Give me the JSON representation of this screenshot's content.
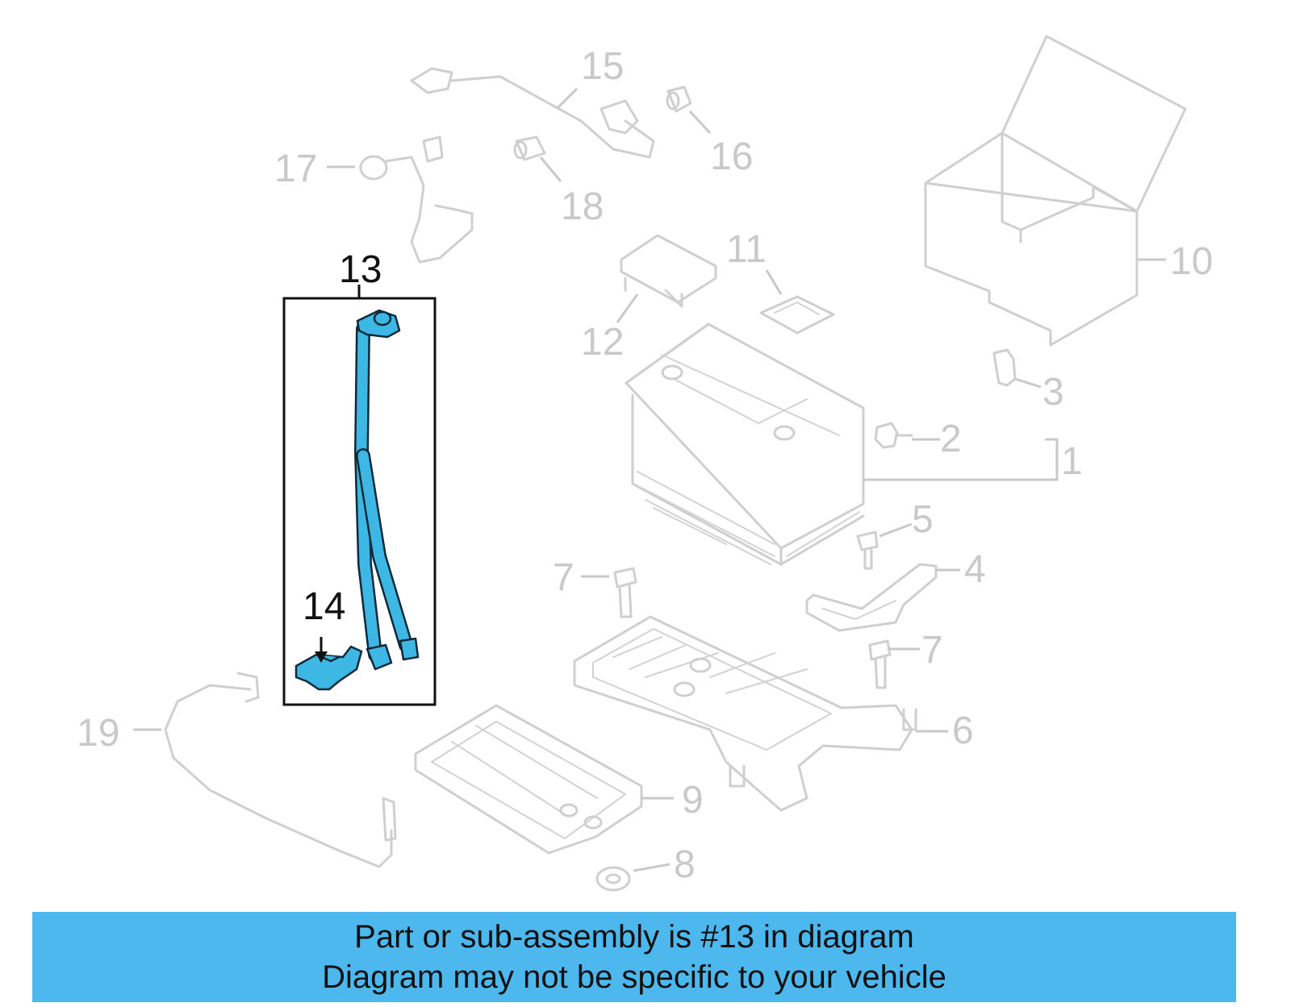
{
  "callouts": {
    "c1": "1",
    "c2": "2",
    "c3": "3",
    "c4": "4",
    "c5": "5",
    "c6": "6",
    "c7a": "7",
    "c7b": "7",
    "c8": "8",
    "c9": "9",
    "c10": "10",
    "c11": "11",
    "c12": "12",
    "c13": "13",
    "c14": "14",
    "c15": "15",
    "c16": "16",
    "c17": "17",
    "c18": "18",
    "c19": "19"
  },
  "banner": {
    "line1": "Part or sub-assembly is #13 in diagram",
    "line2": "Diagram may not be specific to your vehicle",
    "color": "#4cb8ee"
  },
  "highlight_color": "#3db7e4"
}
